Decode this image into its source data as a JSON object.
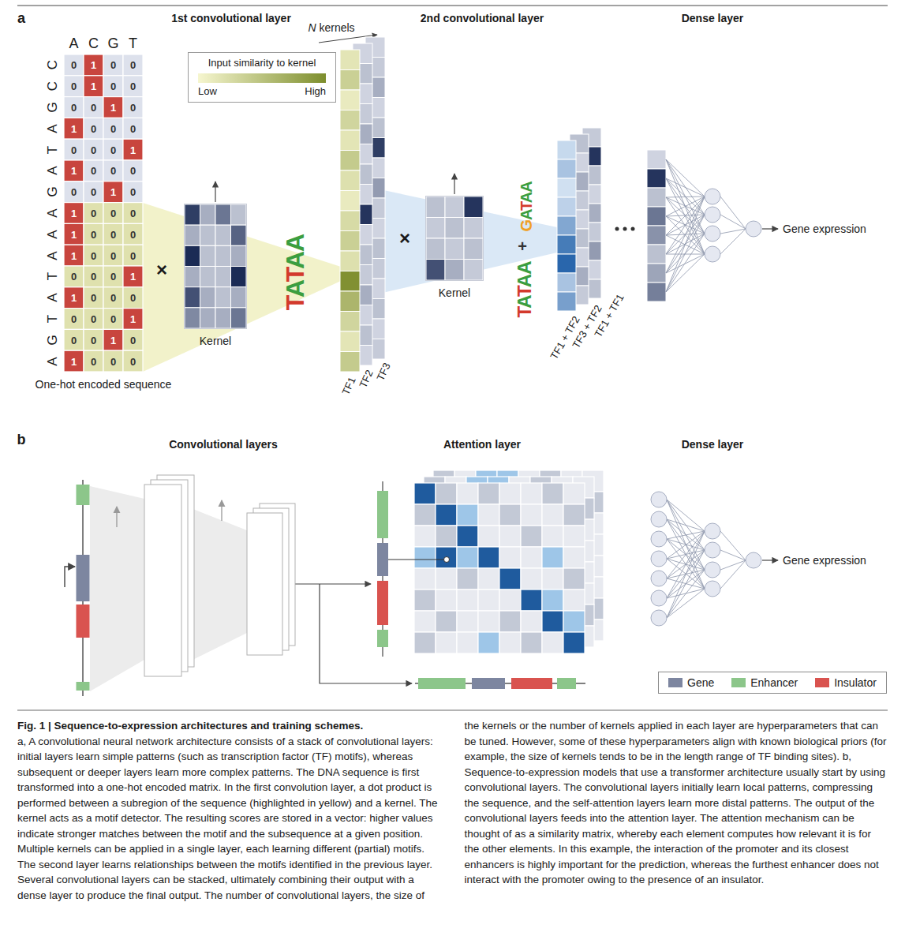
{
  "diagram": {
    "title": "Fig. 1 | Sequence-to-expression architectures and training schemes.",
    "caption": "a, A convolutional neural network architecture consists of a stack of convolutional layers: initial layers learn simple patterns (such as transcription factor (TF) motifs), whereas subsequent or deeper layers learn more complex patterns. The DNA sequence is first transformed into a one-hot encoded matrix. In the first convolution layer, a dot product is performed between a subregion of the sequence (highlighted in yellow) and a kernel. The kernel acts as a motif detector. The resulting scores are stored in a vector: higher values indicate stronger matches between the motif and the subsequence at a given position. Multiple kernels can be applied in a single layer, each learning different (partial) motifs. The second layer learns relationships between the motifs identified in the previous layer. Several convolutional layers can be stacked, ultimately combining their output with a dense layer to produce the final output. The number of convolutional layers, the size of the kernels or the number of kernels applied in each layer are hyperparameters that can be tuned. However, some of these hyperparameters align with known biological priors (for example, the size of kernels tends to be in the length range of TF binding sites). b, Sequence-to-expression models that use a transformer architecture usually start by using convolutional layers. The convolutional layers initially learn local patterns, compressing the sequence, and the self-attention layers learn more distal patterns. The output of the convolutional layers feeds into the attention layer. The attention mechanism can be thought of as a similarity matrix, whereby each element computes how relevant it is for the other elements. In this example, the interaction of the promoter and its closest enhancers is highly important for the prediction, whereas the furthest enhancer does not interact with the promoter owing to the presence of an insulator.",
    "nodes": [
      {
        "text": [
          "One-hot encoded sequence"
        ]
      },
      {
        "text": [
          "Input similarity to kernel",
          "Low",
          "High"
        ]
      },
      {
        "text": [
          "Kernel"
        ]
      },
      {
        "text": [
          "Kernel"
        ]
      }
    ],
    "labels": [
      "a",
      "1st convolutional layer",
      "2nd convolutional layer",
      "Dense layer",
      "N kernels",
      "A",
      "C",
      "G",
      "T",
      "C",
      "0",
      "1",
      "0",
      "0",
      "C",
      "0",
      "1",
      "0",
      "0",
      "G",
      "0",
      "0",
      "1",
      "0",
      "A",
      "1",
      "0",
      "0",
      "0",
      "T",
      "0",
      "0",
      "0",
      "1",
      "A",
      "1",
      "0",
      "0",
      "0",
      "G",
      "0",
      "0",
      "1",
      "0",
      "A",
      "1",
      "0",
      "0",
      "0",
      "A",
      "1",
      "0",
      "0",
      "0",
      "A",
      "1",
      "0",
      "0",
      "0",
      "T",
      "0",
      "0",
      "0",
      "1",
      "A",
      "1",
      "0",
      "0",
      "0",
      "T",
      "0",
      "0",
      "0",
      "1",
      "G",
      "0",
      "0",
      "1",
      "0",
      "A",
      "1",
      "0",
      "0",
      "0",
      "×",
      "TATAA",
      "TF1",
      "TF2",
      "TF3",
      "×",
      "GATAA",
      "+",
      "TATAA",
      "TF1 + TF2",
      "TF3 + TF2",
      "TF1 + TF1",
      "Gene expression",
      "b",
      "Convolutional layers",
      "Attention layer",
      "Dense layer",
      "Gene expression"
    ],
    "legend": [
      {
        "text": "Gene",
        "color": "#7d86a0"
      },
      {
        "text": "Enhancer",
        "color": "#8cc68a"
      },
      {
        "text": "Insulator",
        "color": "#d9534f"
      }
    ]
  }
}
